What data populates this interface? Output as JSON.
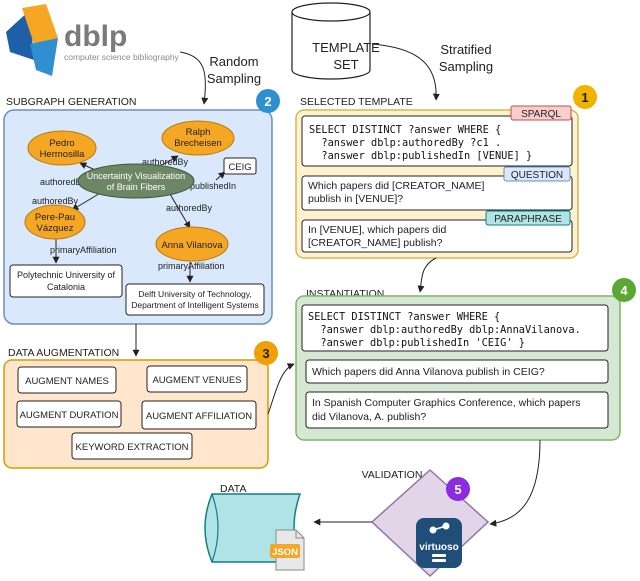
{
  "logo": {
    "name": "dblp",
    "tagline": "computer science bibliography",
    "colors": [
      "#f5a623",
      "#1e5fa8",
      "#2f8fd0",
      "#c8c8c8"
    ]
  },
  "top": {
    "random_sampling": [
      "Random",
      "Sampling"
    ],
    "template_set": [
      "TEMPLATE",
      "SET"
    ],
    "stratified_sampling": [
      "Stratified",
      "Sampling"
    ]
  },
  "subgraph": {
    "title": "SUBGRAPH GENERATION",
    "badge": "2",
    "nodes": {
      "pedro": [
        "Pedro",
        "Hermosilla"
      ],
      "ralph": [
        "Ralph",
        "Brecheisen"
      ],
      "center": [
        "Uncertainty Visualization",
        "of Brain Fibers"
      ],
      "perepau": [
        "Pere-Pau",
        "Vázquez"
      ],
      "anna": "Anna Vilanova",
      "ceig": "CEIG",
      "polytechnic": [
        "Polytechnic University of",
        "Catalonia"
      ],
      "delft": [
        "Delft University of Technology,",
        "Department of Intelligent Systems"
      ]
    },
    "edges": {
      "authored_by_ralph": "authoredBy",
      "authored_by_pedro": "authoredBy",
      "authored_by_perepau": "authoredBy",
      "authored_by_anna": "authoredBy",
      "published_in": "publishedIn",
      "primary_affiliation_perepau": "primaryAffiliation",
      "primary_affiliation_anna": "primaryAffiliation"
    }
  },
  "selected_template": {
    "title": "SELECTED TEMPLATE",
    "badge": "1",
    "sparql_tag": "SPARQL",
    "sparql": [
      "SELECT DISTINCT ?answer WHERE {",
      "  ?answer dblp:authoredBy ?c1 .",
      "  ?answer dblp:publishedIn [VENUE] }"
    ],
    "question_tag": "QUESTION",
    "question": [
      "Which papers did [CREATOR_NAME]",
      "publish in [VENUE]?"
    ],
    "paraphrase_tag": "PARAPHRASE",
    "paraphrase": [
      "In [VENUE], which papers did",
      "[CREATOR_NAME] publish?"
    ]
  },
  "augmentation": {
    "title": "DATA AUGMENTATION",
    "badge": "3",
    "buttons": [
      "AUGMENT NAMES",
      "AUGMENT VENUES",
      "AUGMENT DURATION",
      "AUGMENT AFFILIATION",
      "KEYWORD EXTRACTION"
    ]
  },
  "instantiation": {
    "title": "INSTANTIATION",
    "badge": "4",
    "sparql": [
      "SELECT DISTINCT ?answer WHERE {",
      "  ?answer dblp:authoredBy dblp:AnnaVilanova.",
      "  ?answer dblp:publishedIn 'CEIG' }"
    ],
    "question": "Which papers did Anna Vilanova publish in CEIG?",
    "paraphrase": [
      "In Spanish Computer Graphics Conference, which papers",
      "did Vilanova, A. publish?"
    ]
  },
  "validation": {
    "label": "VALIDATION",
    "badge": "5",
    "engine": "virtuoso"
  },
  "data": {
    "label": "DATA",
    "file": "JSON"
  },
  "colors": {
    "blue_panel": "#dae8fc",
    "blue_border": "#6c8ebf",
    "yellow_panel": "#fff2cc",
    "yellow_border": "#d6b656",
    "orange_panel": "#ffe6cc",
    "orange_border": "#d79b00",
    "green_panel": "#d5e8d4",
    "green_border": "#82b366",
    "node_orange": "#f5a623",
    "node_green": "#6d8764",
    "purple": "#8c2be2",
    "teal": "#b0e3e6",
    "sparql_tag": "#f8cecc",
    "question_tag": "#dae8fc",
    "paraphrase_tag": "#b0e3e6",
    "virtuoso": "#1f4e79"
  }
}
